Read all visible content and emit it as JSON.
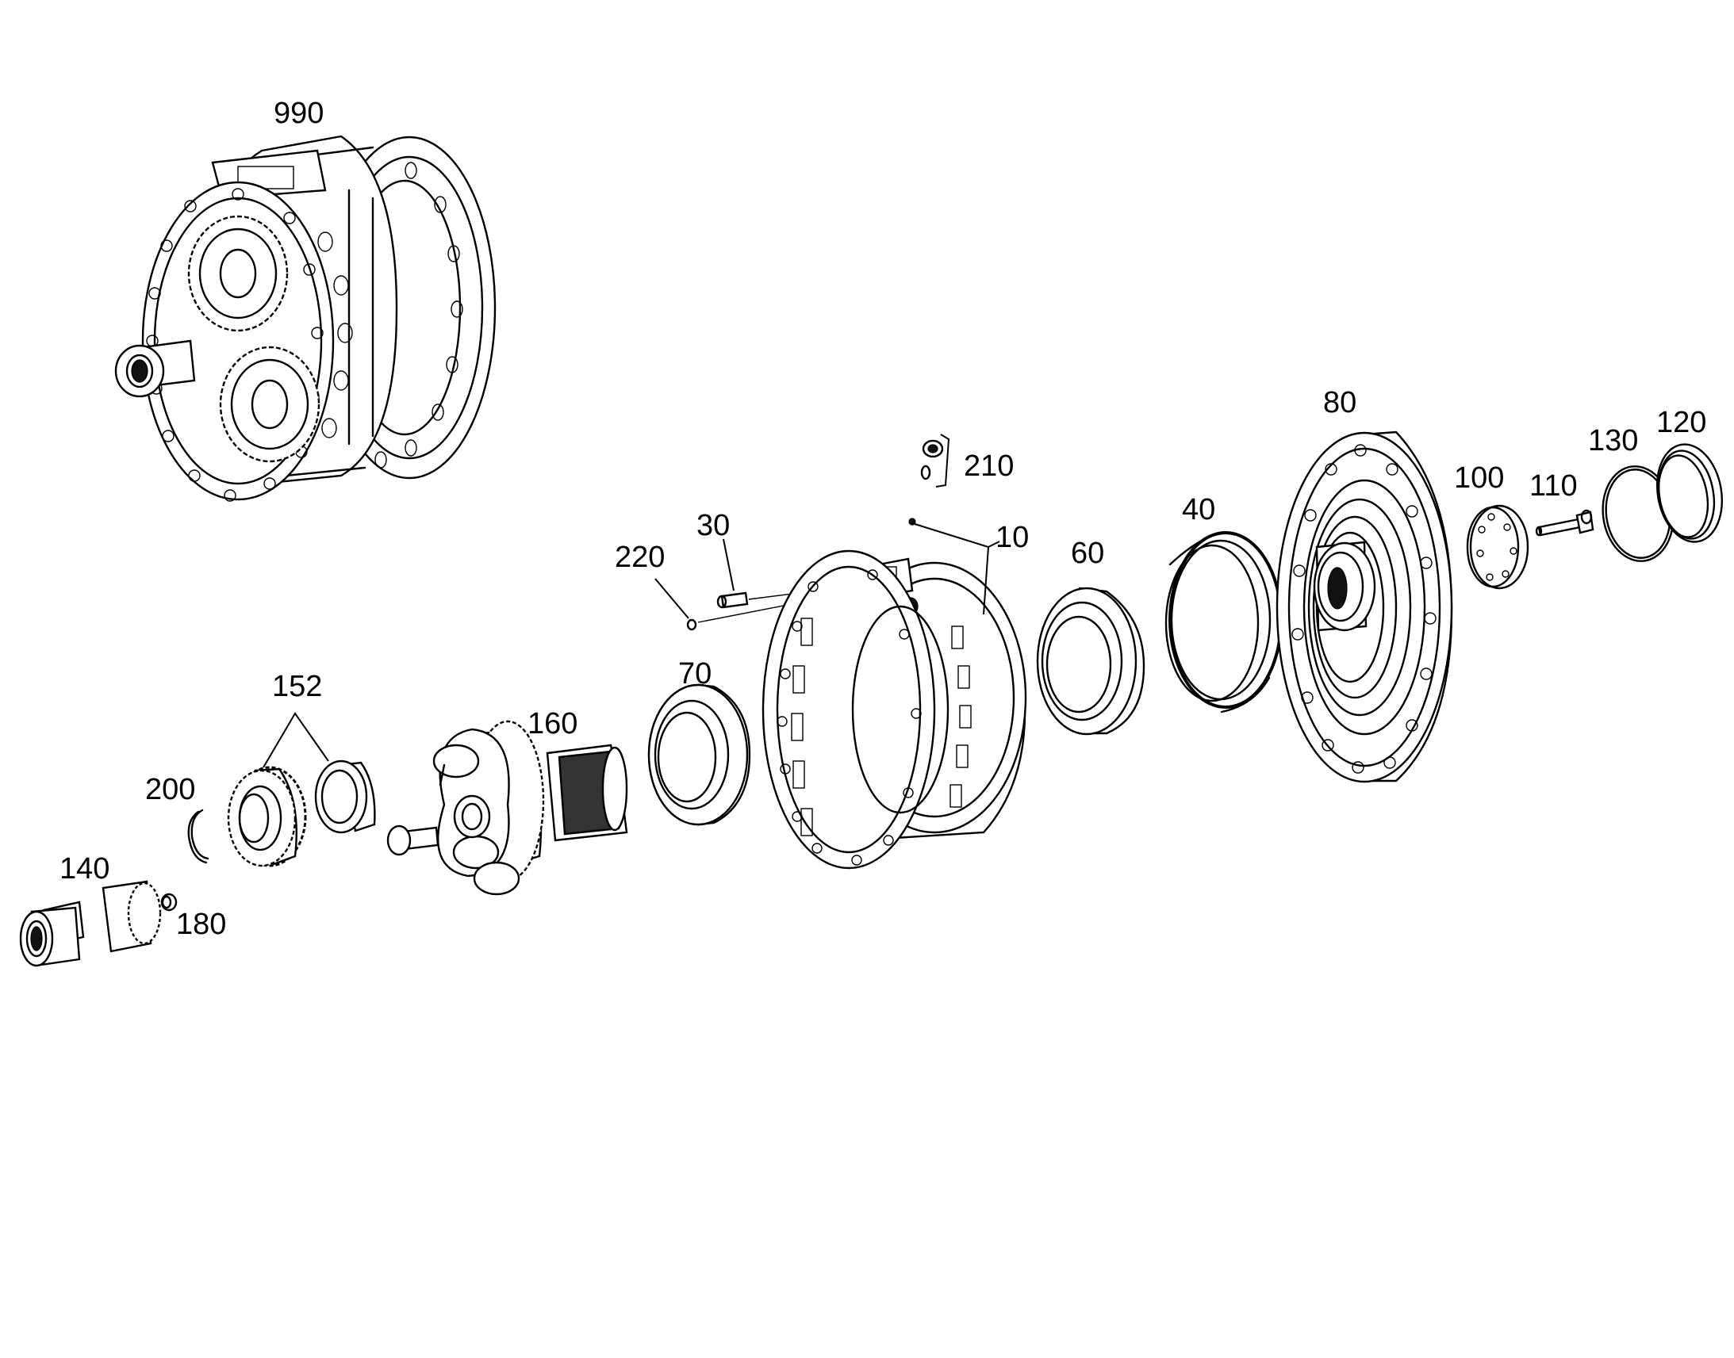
{
  "callouts": {
    "c990": "990",
    "c210": "210",
    "c80": "80",
    "c120": "120",
    "c130": "130",
    "c100": "100",
    "c110": "110",
    "c30": "30",
    "c220": "220",
    "c10": "10",
    "c60": "60",
    "c40": "40",
    "c152": "152",
    "c160": "160",
    "c70": "70",
    "c200": "200",
    "c140": "140",
    "c180": "180"
  },
  "colors": {
    "line": "#000000",
    "background": "#ffffff"
  }
}
